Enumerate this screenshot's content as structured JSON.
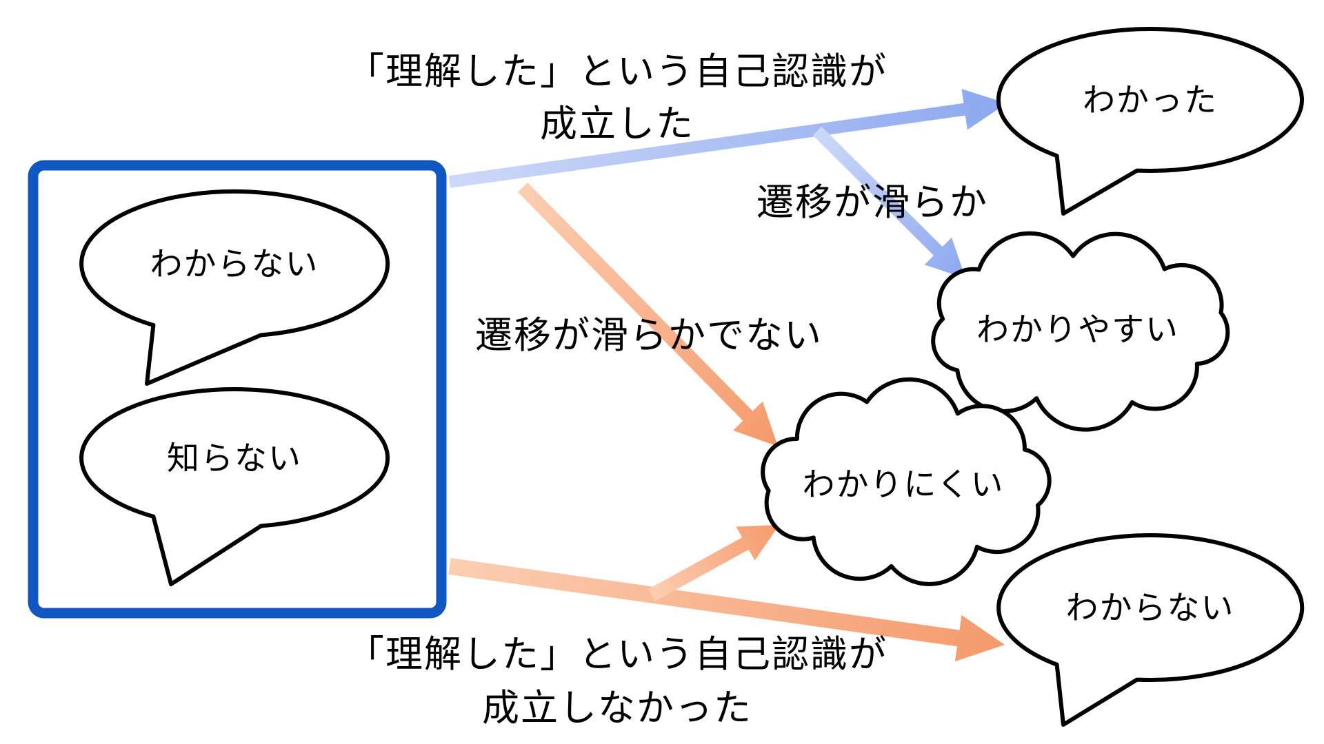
{
  "source_box": {
    "bubbles": [
      {
        "label": "わからない"
      },
      {
        "label": "知らない"
      }
    ]
  },
  "outcomes": {
    "wakatta": {
      "label": "わかった",
      "shape": "speech-bubble"
    },
    "wakariyasui": {
      "label": "わかりやすい",
      "shape": "cloud"
    },
    "wakarinikui": {
      "label": "わかりにくい",
      "shape": "cloud"
    },
    "wakaranai": {
      "label": "わからない",
      "shape": "speech-bubble"
    }
  },
  "edge_labels": {
    "established_line1": "「理解した」という自己認識が",
    "established_line2": "成立した",
    "smooth": "遷移が滑らか",
    "not_smooth": "遷移が滑らかでない",
    "not_established_line1": "「理解した」という自己認識が",
    "not_established_line2": "成立しなかった"
  },
  "arrows": [
    {
      "id": "established",
      "color": "blue",
      "from": "source-box",
      "to": "wakatta"
    },
    {
      "id": "smooth",
      "color": "blue",
      "from": "arrow-established",
      "to": "wakariyasui"
    },
    {
      "id": "not-smooth",
      "color": "orange",
      "from": "source-box",
      "to": "wakarinikui"
    },
    {
      "id": "not-established",
      "color": "orange",
      "from": "source-box",
      "to": "wakaranai"
    },
    {
      "id": "not-established-branch",
      "color": "orange",
      "from": "arrow-not-established",
      "to": "wakarinikui"
    }
  ],
  "colors": {
    "box_border": "#1157c1",
    "shape_outline": "#000000",
    "blue_arrow_light": "#cdd9f8",
    "blue_arrow_dark": "#8ca8ef",
    "orange_arrow_light": "#fbceb2",
    "orange_arrow_dark": "#f59a6c",
    "text": "#000000",
    "background": "#ffffff"
  }
}
